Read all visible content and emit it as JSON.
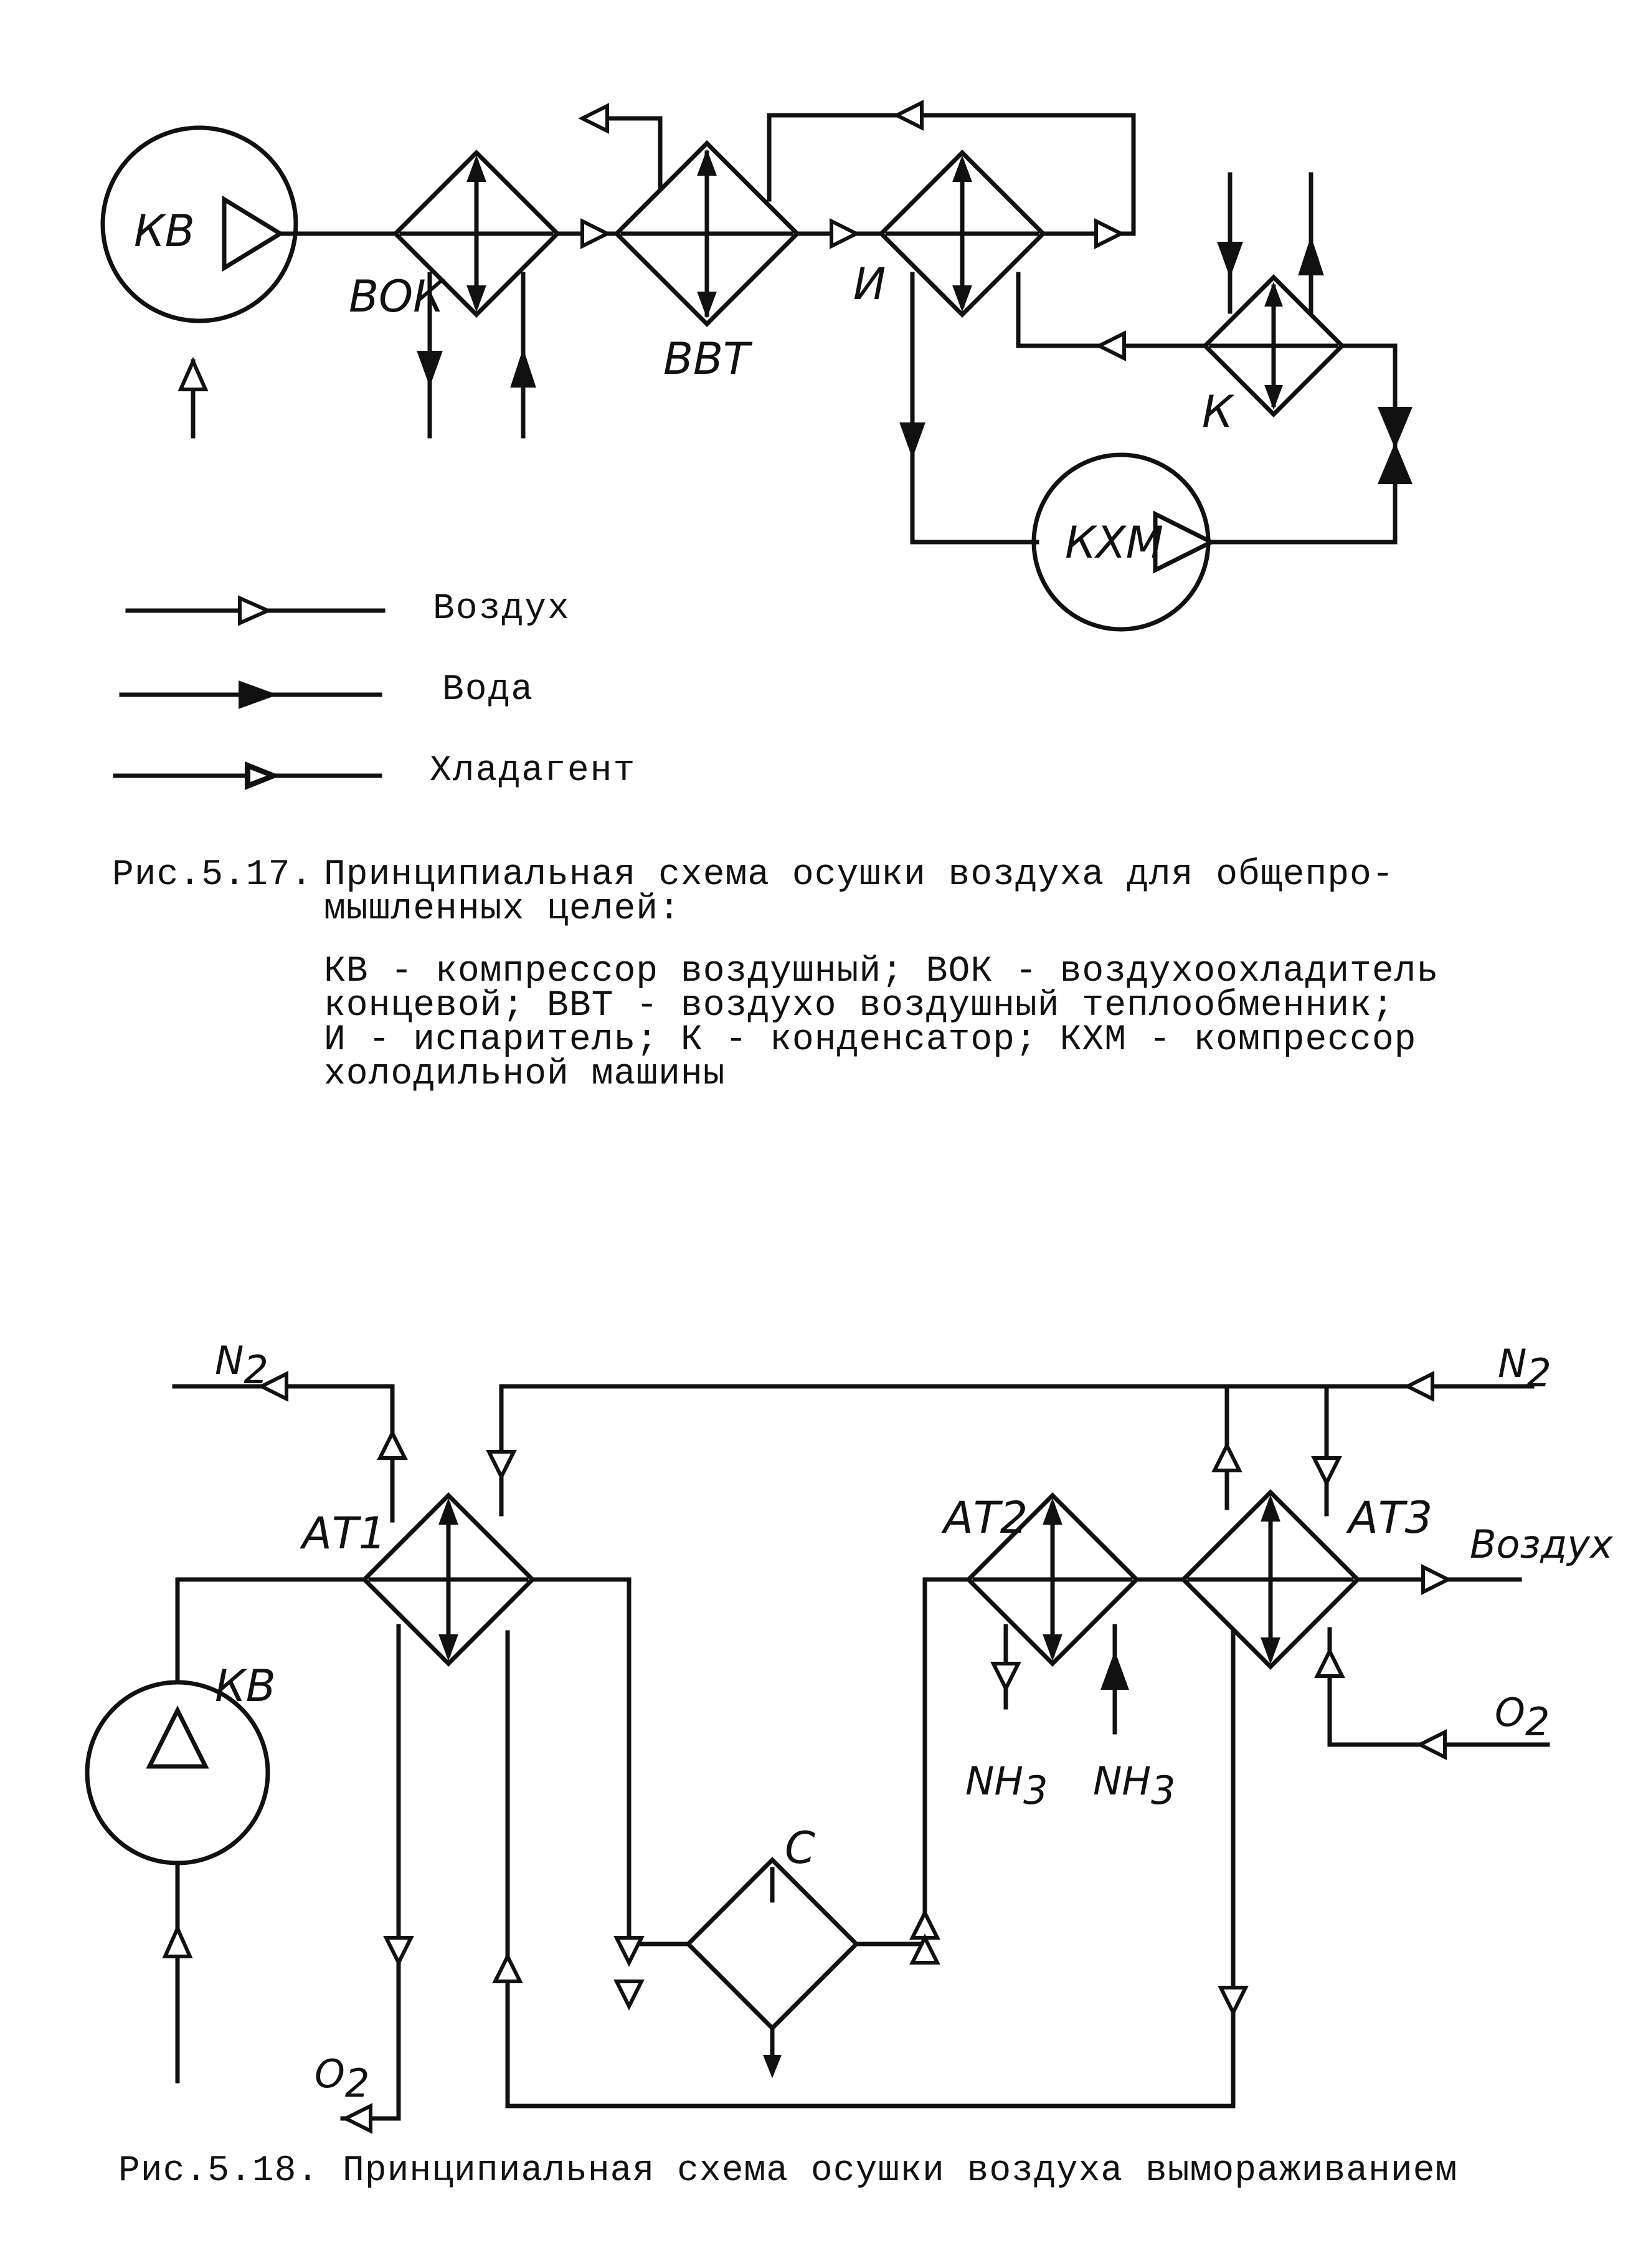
{
  "fig17": {
    "labels": {
      "compressor": "КВ",
      "end_cooler": "ВОК",
      "air_air_hx": "ВВТ",
      "evaporator": "И",
      "condenser": "К",
      "refrig_compressor": "КХМ"
    },
    "legend": {
      "air": "Воздух",
      "water": "Вода",
      "refrigerant": "Хладагент"
    },
    "caption": {
      "number": "Рис.5.17.",
      "title_line1": "Принципиальная схема осушки воздуха для общепро-",
      "title_line2": "мышленных целей:",
      "body_line1": "КВ - компрессор воздушный; ВОК - воздухоохладитель",
      "body_line2": "концевой; ВВТ - воздухо воздушный теплообменник;",
      "body_line3": "И - испаритель; К - конденсатор; КХМ - компрессор",
      "body_line4": "холодильной машины"
    }
  },
  "fig18": {
    "labels": {
      "n2_left": "N",
      "n2_left_sub": "2",
      "n2_right": "N",
      "n2_right_sub": "2",
      "at1": "АТ1",
      "at2": "АТ2",
      "at3": "АТ3",
      "air_out": "Воздух",
      "compressor": "КВ",
      "separator": "С",
      "o2_left": "O",
      "o2_left_sub": "2",
      "o2_right": "O",
      "o2_right_sub": "2",
      "nh3_out": "NH",
      "nh3_out_sub": "3",
      "nh3_in": "NH",
      "nh3_in_sub": "3"
    },
    "caption": {
      "number": "Рис.5.18.",
      "title": "Принципиальная схема осушки воздуха вымораживанием"
    }
  }
}
